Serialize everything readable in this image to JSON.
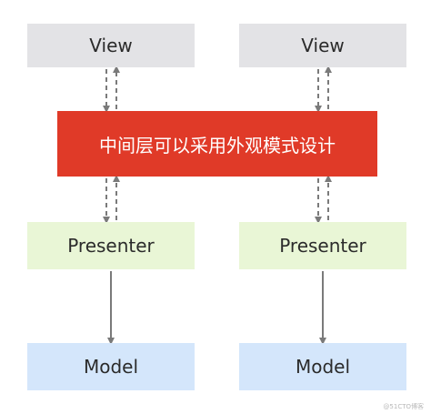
{
  "diagram": {
    "left": {
      "view": "View",
      "presenter": "Presenter",
      "model": "Model"
    },
    "right": {
      "view": "View",
      "presenter": "Presenter",
      "model": "Model"
    },
    "facade_label": "中间层可以采用外观模式设计",
    "watermark": "@51CTO博客"
  },
  "colors": {
    "view_bg": "#e3e3e6",
    "presenter_bg": "#e9f6d6",
    "model_bg": "#d4e6fb",
    "facade_bg": "#e03a28",
    "arrow": "#7a7a7a"
  }
}
